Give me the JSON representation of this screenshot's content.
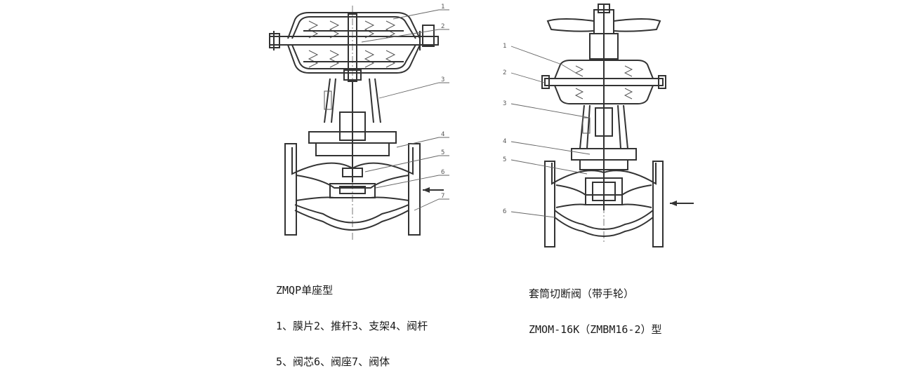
{
  "left_figure": {
    "part_numbers": [
      "1",
      "2",
      "3",
      "4",
      "5",
      "6",
      "7"
    ],
    "caption": {
      "title": "ZMQP单座型",
      "line1": "1、膜片2、推杆3、支架4、阀杆",
      "line2": "5、阀芯6、阀座7、阀体"
    }
  },
  "right_figure": {
    "part_numbers": [
      "1",
      "2",
      "3",
      "4",
      "5",
      "6"
    ],
    "caption": {
      "title": "套筒切断阀（带手轮）",
      "line1": "ZMOM-16K（ZMBM16-2）型"
    }
  }
}
